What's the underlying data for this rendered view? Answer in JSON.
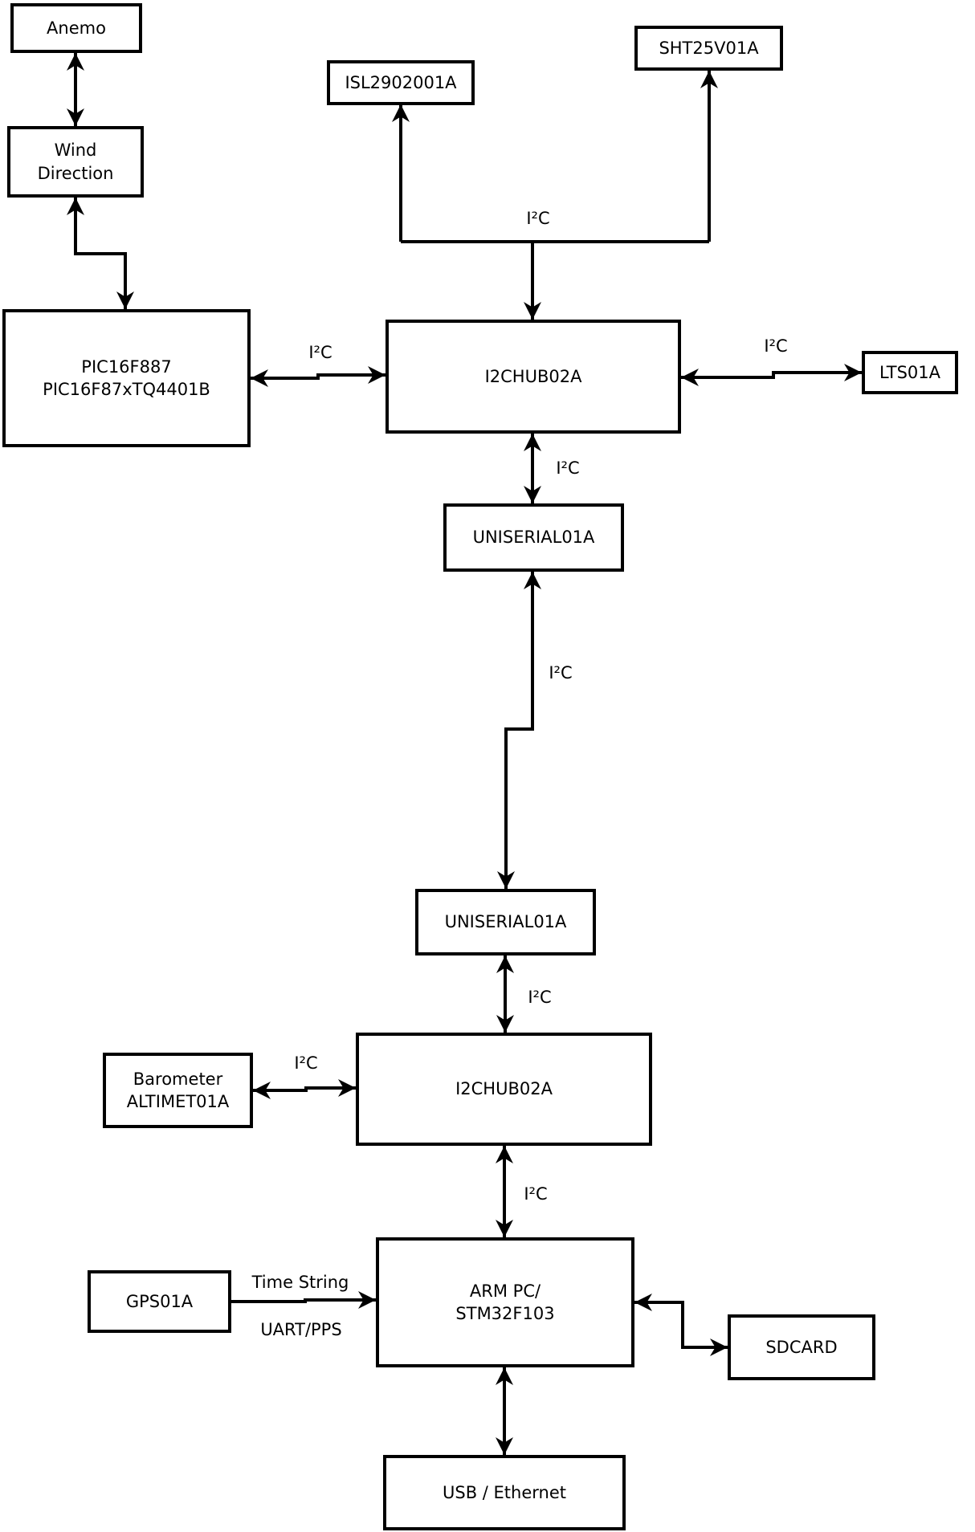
{
  "diagram": {
    "colors": {
      "line": "#000000",
      "background": "#ffffff",
      "box_fill": "#ffffff"
    },
    "labels": {
      "i2c": "I²C",
      "time_string": "Time String",
      "uart_pps": "UART/PPS"
    },
    "nodes": [
      {
        "id": "anemo",
        "label": "Anemo"
      },
      {
        "id": "wind-direction",
        "label": "Wind\nDirection"
      },
      {
        "id": "pic16f887",
        "label": "PIC16F887\nPIC16F87xTQ4401B"
      },
      {
        "id": "isl2902001a",
        "label": "ISL2902001A"
      },
      {
        "id": "sht25v01a",
        "label": "SHT25V01A"
      },
      {
        "id": "i2chub02a-top",
        "label": "I2CHUB02A"
      },
      {
        "id": "lts01a",
        "label": "LTS01A"
      },
      {
        "id": "uniserial01a-upper",
        "label": "UNISERIAL01A"
      },
      {
        "id": "uniserial01a-lower",
        "label": "UNISERIAL01A"
      },
      {
        "id": "i2chub02a-bottom",
        "label": "I2CHUB02A"
      },
      {
        "id": "barometer-altimet",
        "label": "Barometer\nALTIMET01A"
      },
      {
        "id": "arm-pc",
        "label": "ARM PC/\nSTM32F103"
      },
      {
        "id": "gps01a",
        "label": "GPS01A"
      },
      {
        "id": "sdcard",
        "label": "SDCARD"
      },
      {
        "id": "usb-ethernet",
        "label": "USB / Ethernet"
      }
    ],
    "edges": [
      {
        "from": "anemo",
        "to": "wind-direction",
        "label": "",
        "arrows": "both"
      },
      {
        "from": "wind-direction",
        "to": "pic16f887",
        "label": "",
        "arrows": "both"
      },
      {
        "from": "pic16f887",
        "to": "i2chub02a-top",
        "label": "I²C",
        "arrows": "both"
      },
      {
        "from": "i2chub02a-top",
        "to": "isl2902001a",
        "label": "I²C",
        "arrows": "to"
      },
      {
        "from": "i2chub02a-top",
        "to": "sht25v01a",
        "label": "I²C",
        "arrows": "to"
      },
      {
        "from": "i2chub02a-top",
        "to": "lts01a",
        "label": "I²C",
        "arrows": "both"
      },
      {
        "from": "i2chub02a-top",
        "to": "uniserial01a-upper",
        "label": "I²C",
        "arrows": "both"
      },
      {
        "from": "uniserial01a-upper",
        "to": "uniserial01a-lower",
        "label": "I²C",
        "arrows": "both"
      },
      {
        "from": "uniserial01a-lower",
        "to": "i2chub02a-bottom",
        "label": "I²C",
        "arrows": "both"
      },
      {
        "from": "barometer-altimet",
        "to": "i2chub02a-bottom",
        "label": "I²C",
        "arrows": "both"
      },
      {
        "from": "i2chub02a-bottom",
        "to": "arm-pc",
        "label": "I²C",
        "arrows": "both"
      },
      {
        "from": "gps01a",
        "to": "arm-pc",
        "label": "Time String / UART/PPS",
        "arrows": "to"
      },
      {
        "from": "arm-pc",
        "to": "sdcard",
        "label": "",
        "arrows": "both"
      },
      {
        "from": "arm-pc",
        "to": "usb-ethernet",
        "label": "",
        "arrows": "both"
      }
    ]
  }
}
